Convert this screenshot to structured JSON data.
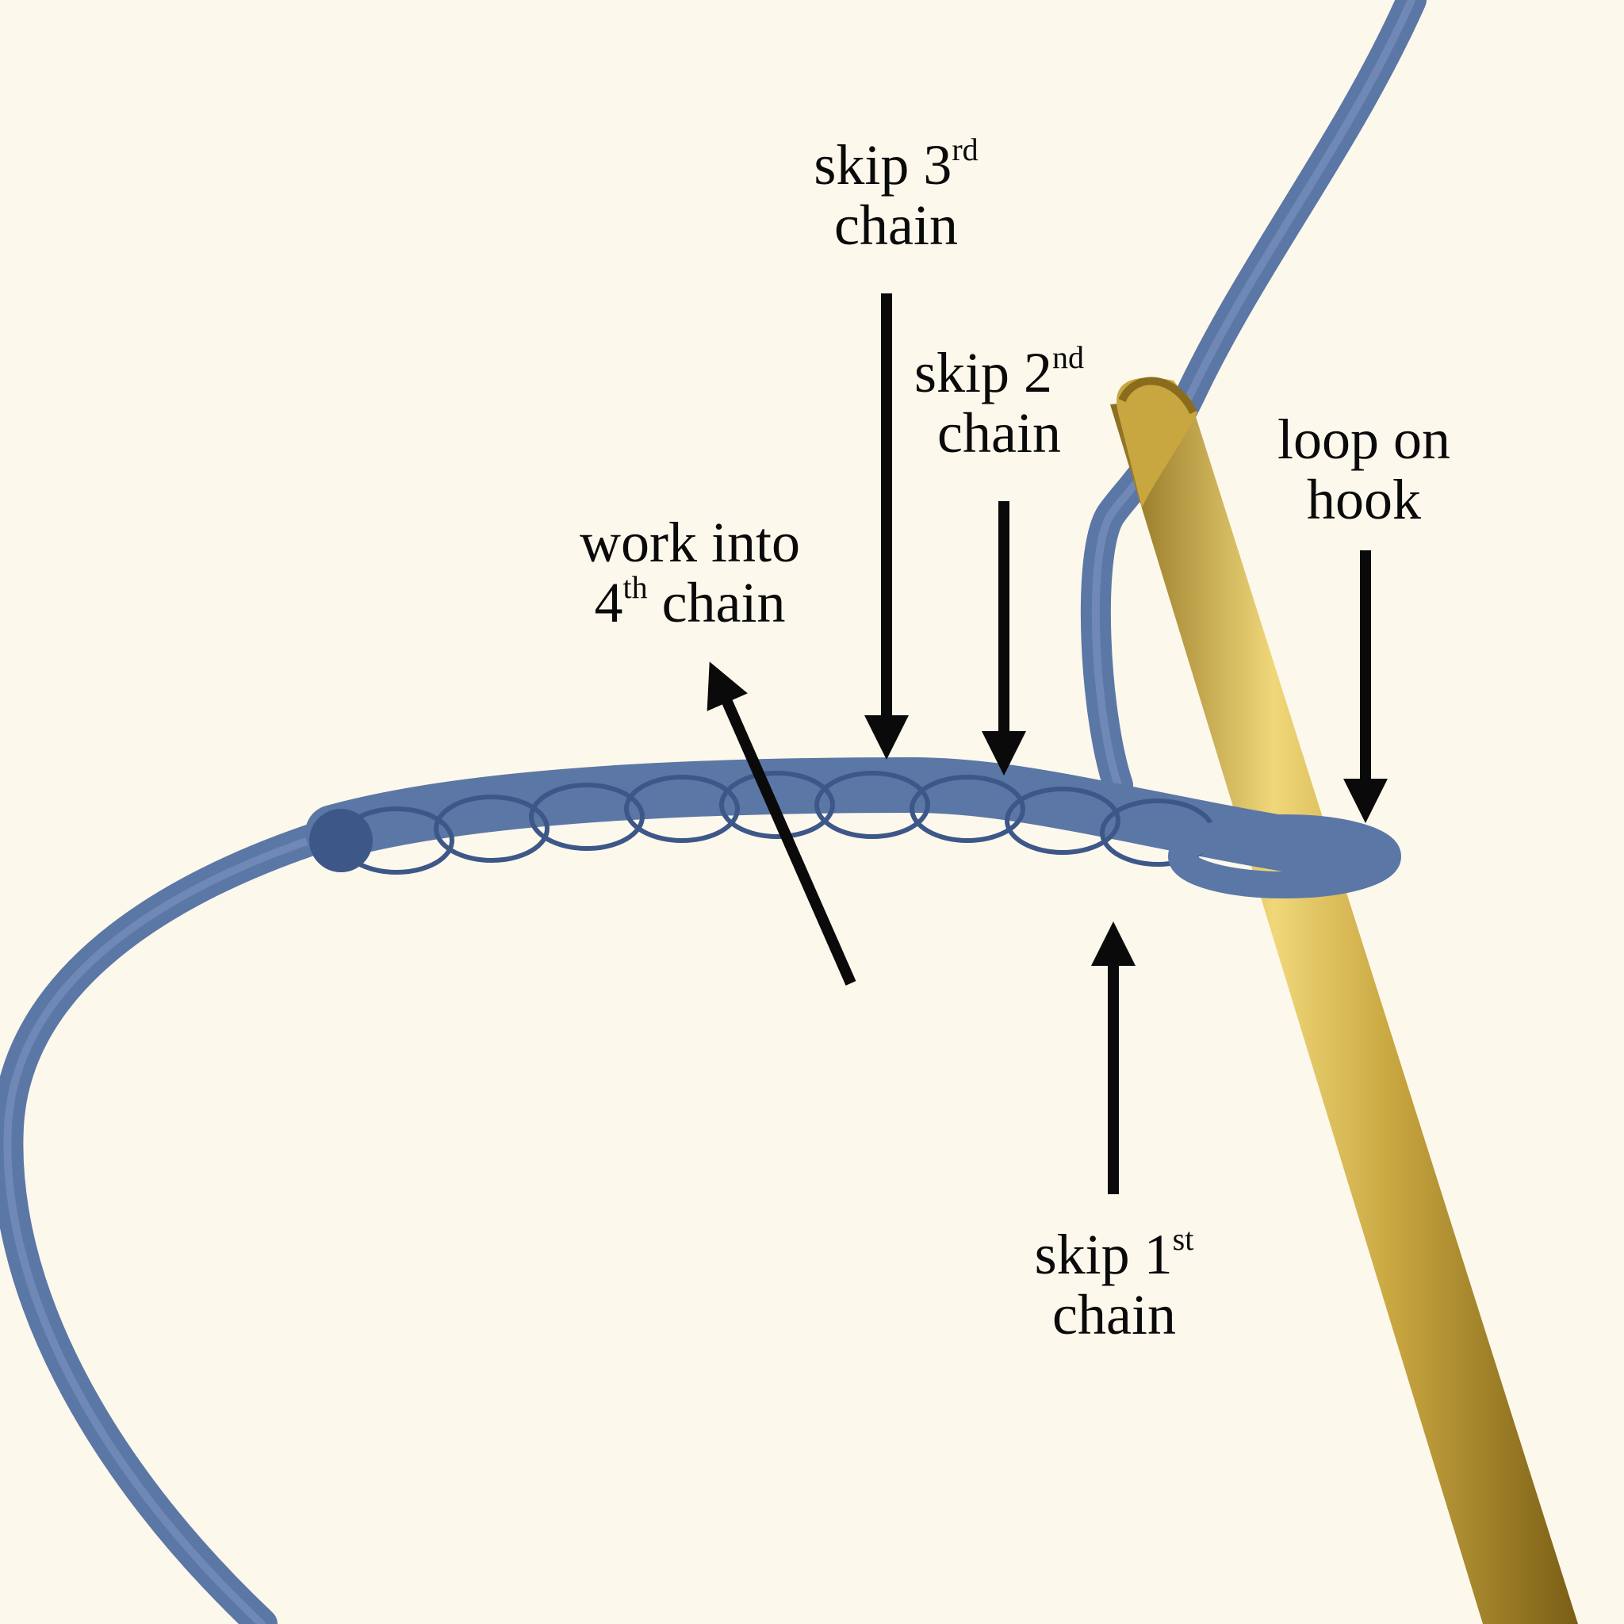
{
  "colors": {
    "background": "#fdf8ec",
    "yarn": "#5b77a6",
    "yarn_dark": "#3d5788",
    "yarn_light": "#7d95bf",
    "hook": "#c9a740",
    "hook_dark": "#8a6c1c",
    "hook_light": "#f0d779",
    "arrow": "#0a0a0a"
  },
  "labels": {
    "skip3": {
      "pre": "skip 3",
      "sup": "rd",
      "line2": "chain"
    },
    "skip2": {
      "pre": "skip 2",
      "sup": "nd",
      "line2": "chain"
    },
    "loop": {
      "line1": "loop on",
      "line2": "hook"
    },
    "work4": {
      "line1": "work into",
      "pre": "4",
      "sup": "th",
      "post": " chain"
    },
    "skip1": {
      "pre": "skip 1",
      "sup": "st",
      "line2": "chain"
    }
  },
  "arrows": [
    {
      "name": "arrow-skip-3rd-chain",
      "direction": "down"
    },
    {
      "name": "arrow-skip-2nd-chain",
      "direction": "down"
    },
    {
      "name": "arrow-loop-on-hook",
      "direction": "down"
    },
    {
      "name": "arrow-work-into-4th-chain",
      "direction": "up-left"
    },
    {
      "name": "arrow-skip-1st-chain",
      "direction": "up"
    }
  ],
  "objects": {
    "yarn": "blue cotton yarn chain",
    "hook": "gold crochet hook"
  }
}
